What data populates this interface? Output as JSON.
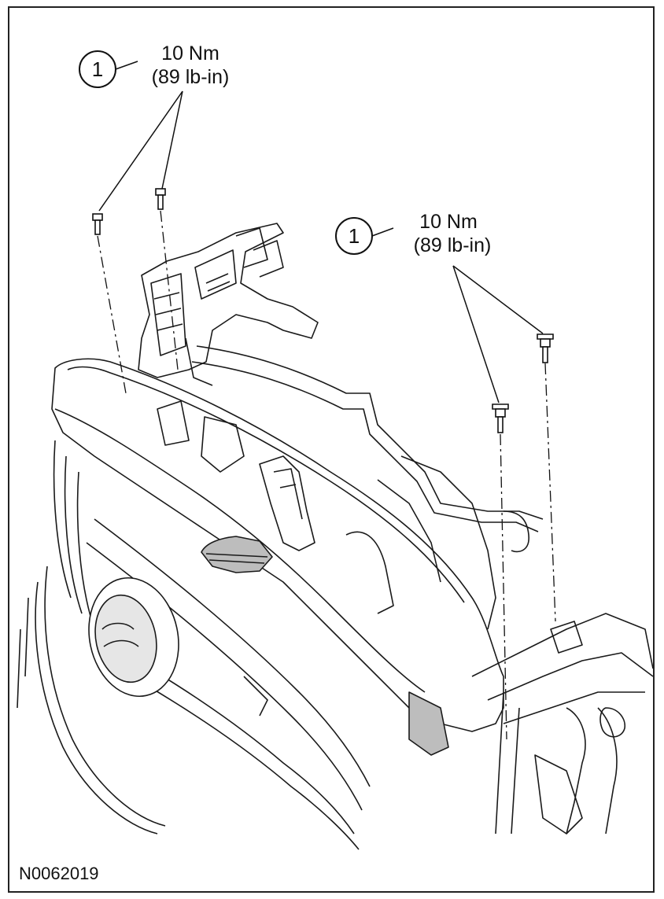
{
  "callouts": [
    {
      "number": "1",
      "torque_nm": "10 Nm",
      "torque_lbin": "(89 lb-in)"
    },
    {
      "number": "1",
      "torque_nm": "10 Nm",
      "torque_lbin": "(89 lb-in)"
    }
  ],
  "figure_id": "N0062019",
  "colors": {
    "line": "#1a1a1a",
    "shade": "#bdbdbd"
  }
}
